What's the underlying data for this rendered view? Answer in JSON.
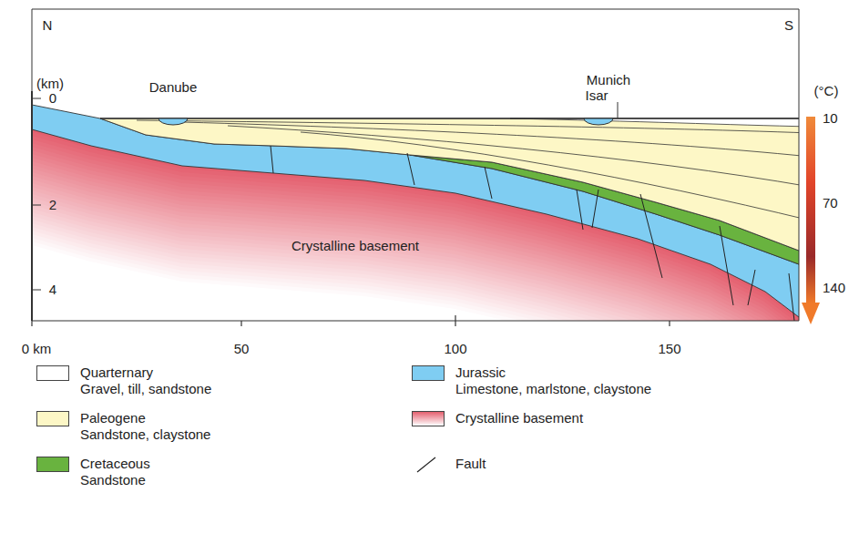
{
  "diagram": {
    "labels": [
      "N",
      "S",
      "(km)",
      "0",
      "2",
      "4",
      "Danube",
      "Munich",
      "Isar",
      "(°C)",
      "10",
      "70",
      "140",
      "Crystalline basement",
      "0 km",
      "50",
      "100",
      "150"
    ],
    "legend": [
      {
        "text": "Quarternary Gravel, till, sandstone",
        "color": "#ffffff"
      },
      {
        "text": "Paleogene Sandstone, claystone",
        "color": "#fdf7c6"
      },
      {
        "text": "Cretaceous Sandstone",
        "color": "#69b33f"
      },
      {
        "text": "Jurassic Limestone, marlstone, claystone",
        "color": "#7fcdf2"
      },
      {
        "text": "Crystalline basement",
        "color": "#e4606f"
      },
      {
        "text": "Fault"
      }
    ]
  }
}
